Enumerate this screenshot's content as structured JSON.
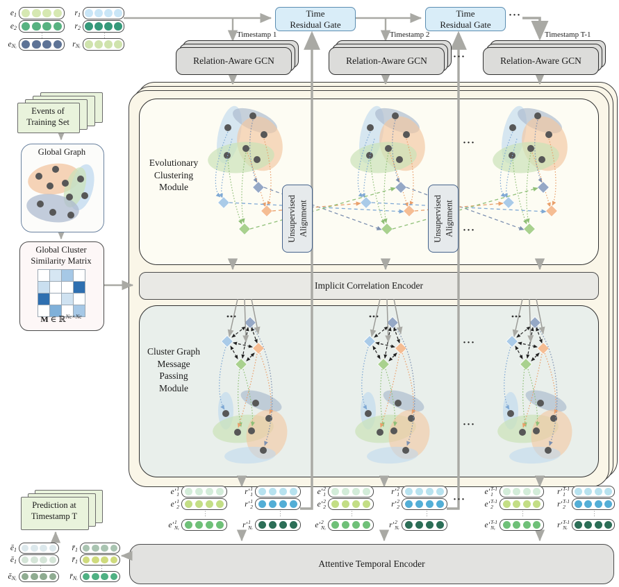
{
  "misc": {
    "dots": "···",
    "vdots": "⋮"
  },
  "palette": {
    "gate_fill": "#d9edf8",
    "gcn_fill": "#dcdcda",
    "align_fill": "#e6eaec",
    "ice_fill": "#e9e9e5",
    "ate_fill": "#e2e2e0",
    "mp_fill": "#e9efeb",
    "stack_fill": "#faf6e8",
    "accent_blue": "#7ea8d4",
    "accent_orange": "#e9a06c",
    "accent_green": "#8fbf77",
    "accent_slate": "#7d90b0"
  },
  "top": {
    "gate_label": "Time\nResidual Gate",
    "gcn_label": "Relation-Aware GCN",
    "timestamps": [
      "Timestamp 1",
      "Timestamp 2",
      "Timestamp T-1"
    ]
  },
  "left": {
    "events_label": "Events of\nTraining Set",
    "global_graph_label": "Global Graph",
    "matrix_title": "Global Cluster\nSimilarity Matrix",
    "matrix_m": "M",
    "matrix_mid": " ∈ ℝ",
    "matrix_sup": "Nc×Nc",
    "matrix_cells": [
      "#ffffff",
      "#d6e6f3",
      "#a6c8e6",
      "#ffffff",
      "#cadff0",
      "#ffffff",
      "#ffffff",
      "#2e6fb0",
      "#2e6fb0",
      "#ffffff",
      "#cfe2f1",
      "#ffffff",
      "#ffffff",
      "#7fb0d9",
      "#ffffff",
      "#a6c8e6"
    ]
  },
  "modules": {
    "evo_label": "Evolutionary\nClustering\nModule",
    "align_label": "Unsupervised\nAlignment",
    "ice_label": "Implicit Correlation Encoder",
    "mp_label": "Cluster Graph\nMessage\nPassing\nModule"
  },
  "init": {
    "e": [
      {
        "b": "e",
        "s": "1",
        "c": "#d6e8b2"
      },
      {
        "b": "e",
        "s": "2",
        "c": "#57b281"
      },
      {
        "b": "e",
        "s": "Nₑ",
        "c": "#5d7396"
      }
    ],
    "r": [
      {
        "b": "r",
        "s": "1",
        "c": "#c9e6f7"
      },
      {
        "b": "r",
        "s": "2",
        "c": "#35997a"
      },
      {
        "b": "r",
        "s": "Nᵣ",
        "c": "#cfe3ad"
      }
    ]
  },
  "groups": [
    {
      "e": [
        {
          "b": "e′",
          "p": "1",
          "s": "1",
          "c": "#d3ecd9"
        },
        {
          "b": "e′",
          "p": "1",
          "s": "2",
          "c": "#c3de85"
        },
        {
          "b": "e′",
          "p": "1",
          "s": "Nₑ",
          "c": "#6fc078"
        }
      ],
      "r": [
        {
          "b": "r′",
          "p": "1",
          "s": "1",
          "c": "#b7e2ef"
        },
        {
          "b": "r′",
          "p": "1",
          "s": "2",
          "c": "#53aed6"
        },
        {
          "b": "r′",
          "p": "1",
          "s": "Nᵣ",
          "c": "#2c6e57"
        }
      ]
    },
    {
      "e": [
        {
          "b": "e′",
          "p": "2",
          "s": "1",
          "c": "#d3ecd9"
        },
        {
          "b": "e′",
          "p": "2",
          "s": "2",
          "c": "#c3de85"
        },
        {
          "b": "e′",
          "p": "2",
          "s": "Nₑ",
          "c": "#6fc078"
        }
      ],
      "r": [
        {
          "b": "r′",
          "p": "2",
          "s": "1",
          "c": "#b7e2ef"
        },
        {
          "b": "r′",
          "p": "2",
          "s": "2",
          "c": "#53aed6"
        },
        {
          "b": "r′",
          "p": "2",
          "s": "Nᵣ",
          "c": "#2c6e57"
        }
      ]
    },
    {
      "e": [
        {
          "b": "e′",
          "p": "T-1",
          "s": "1",
          "c": "#d3ecd9"
        },
        {
          "b": "e′",
          "p": "T-1",
          "s": "2",
          "c": "#c3de85"
        },
        {
          "b": "e′",
          "p": "T-1",
          "s": "Nₑ",
          "c": "#6fc078"
        }
      ],
      "r": [
        {
          "b": "r′",
          "p": "T-1",
          "s": "1",
          "c": "#b7e2ef"
        },
        {
          "b": "r′",
          "p": "T-1",
          "s": "2",
          "c": "#53aed6"
        },
        {
          "b": "r′",
          "p": "T-1",
          "s": "Nᵣ",
          "c": "#2c6e57"
        }
      ]
    }
  ],
  "bottom": {
    "ate_label": "Attentive Temporal Encoder",
    "prediction_label": "Prediction at\nTimestamp T",
    "bar_e": [
      {
        "b": "ē",
        "s": "1",
        "c": "#dce8ec"
      },
      {
        "b": "ē",
        "s": "1",
        "c": "#d5e5d8"
      },
      {
        "b": "ē",
        "s": "Nₑ",
        "c": "#8fac91"
      }
    ],
    "bar_r": [
      {
        "b": "r̄",
        "s": "1",
        "c": "#a9c4b1"
      },
      {
        "b": "r̄",
        "s": "1",
        "c": "#cfdb7d"
      },
      {
        "b": "r̄",
        "s": "Nᵣ",
        "c": "#4fb183"
      }
    ]
  }
}
